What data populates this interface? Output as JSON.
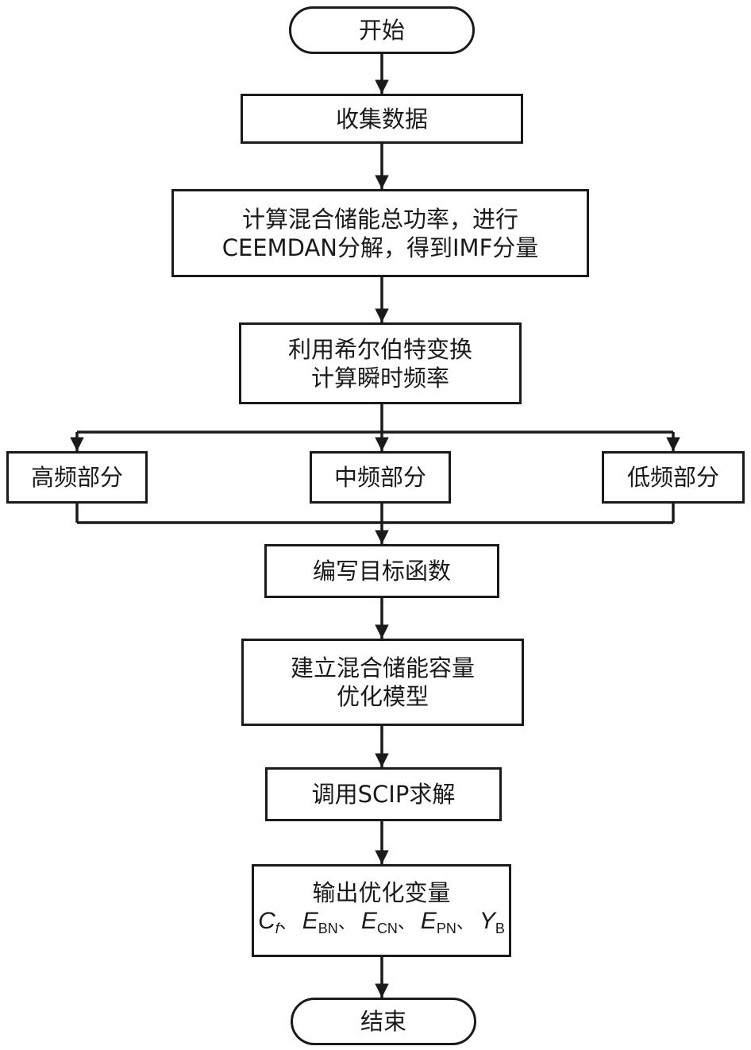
{
  "nodes": {
    "start": {
      "text": "开始"
    },
    "collect": {
      "text": "收集数据"
    },
    "ceemdan": {
      "line1": "计算混合储能总功率，进行",
      "line2": "CEEMDAN分解，得到IMF分量"
    },
    "hilbert": {
      "line1": "利用希尔伯特变换",
      "line2": "计算瞬时频率"
    },
    "high": {
      "text": "高频部分"
    },
    "mid": {
      "text": "中频部分"
    },
    "low": {
      "text": "低频部分"
    },
    "objective": {
      "text": "编写目标函数"
    },
    "model": {
      "line1": "建立混合储能容量",
      "line2": "优化模型"
    },
    "solve": {
      "text": "调用SCIP求解"
    },
    "output": {
      "line1": "输出优化变量",
      "vars": [
        {
          "sym": "C",
          "sub": "f"
        },
        {
          "sym": "E",
          "sub": "BN"
        },
        {
          "sym": "E",
          "sub": "CN"
        },
        {
          "sym": "E",
          "sub": "PN"
        },
        {
          "sym": "Y",
          "sub": "B"
        }
      ],
      "separator": "、"
    },
    "end": {
      "text": "结束"
    }
  },
  "colors": {
    "stroke": "#1a1a1a",
    "fill": "#ffffff"
  }
}
